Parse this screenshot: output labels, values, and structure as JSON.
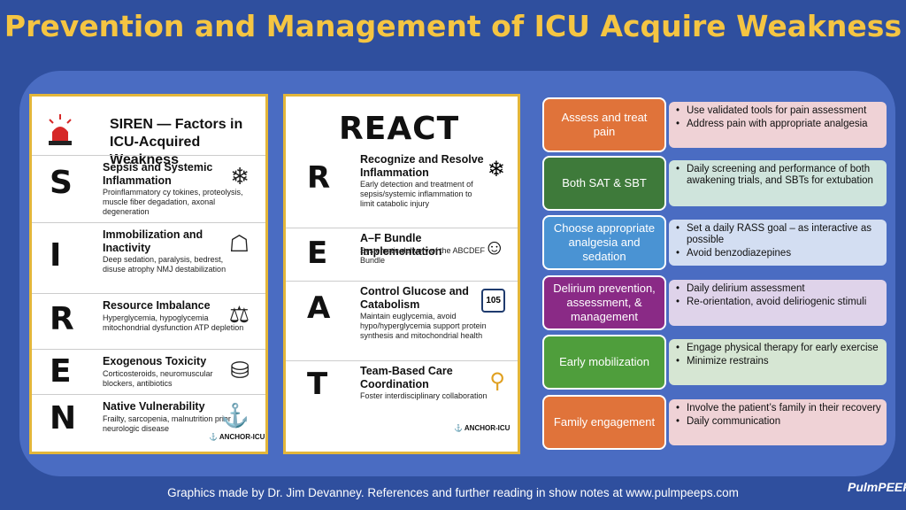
{
  "title": "Prevention and Management of ICU Acquire Weakness",
  "siren": {
    "header": "SIREN — Factors in ICU-Acquired Weakness",
    "items": [
      {
        "letter": "S",
        "title": "Sepsis and Systemic Inflammation",
        "desc": "Proinflammatory cy tokines, proteolysis, muscle fiber degadation, axonal degeneration",
        "icon": "❄"
      },
      {
        "letter": "I",
        "title": "Immobilization and Inactivity",
        "desc": "Deep sedation, paralysis, bedrest, disuse atrophy NMJ destabilization",
        "icon": "☖"
      },
      {
        "letter": "R",
        "title": "Resource Imbalance",
        "desc": "Hyperglycemia, hypoglycemia mitochondrial dysfunction ATP depletion",
        "icon": "⚖"
      },
      {
        "letter": "E",
        "title": "Exogenous Toxicity",
        "desc": "Corticosteroids, neuromuscular blockers, antibiotics",
        "icon": "⛁"
      },
      {
        "letter": "N",
        "title": "Native Vulnerability",
        "desc": "Frailty, sarcopenia, malnutrition prior neurologic disease",
        "icon": "⚓"
      }
    ],
    "brand": "ANCHOR-ICU"
  },
  "react": {
    "header": "REACT",
    "items": [
      {
        "letter": "R",
        "title": "Recognize and Resolve Inflammation",
        "desc": "Early detection and treatment of sepsis/systemic inflammation to limit catabolic injury",
        "icon": "❄"
      },
      {
        "letter": "E",
        "title": "A–F Bundle Implementation",
        "desc": "Systematic delivery of the ABCDEF Bundle",
        "icon": "☺"
      },
      {
        "letter": "A",
        "title": "Control Glucose and Catabolism",
        "desc": "Maintain euglycemia, avoid hypo/hyperglycemia support protein synthesis and mitochondrial health",
        "icon": "105"
      },
      {
        "letter": "T",
        "title": "Team-Based Care Coordination",
        "desc": "Foster interdisciplinary collaboration",
        "icon": "⚲"
      }
    ],
    "brand": "ANCHOR-ICU"
  },
  "management": [
    {
      "label": "Assess and treat pain",
      "color": "#e0733a",
      "list_bg": "#efd2d6",
      "bullets": [
        "Use validated tools for pain assessment",
        "Address pain with appropriate analgesia"
      ]
    },
    {
      "label": "Both SAT & SBT",
      "color": "#3e7a3a",
      "list_bg": "#cfe4dc",
      "bullets": [
        "Daily screening and performance of both awakening trials, and SBTs for extubation"
      ]
    },
    {
      "label": "Choose appropriate analgesia and sedation",
      "color": "#4a93d3",
      "list_bg": "#d3def2",
      "bullets": [
        "Set a daily RASS goal – as interactive as possible",
        "Avoid benzodiazepines"
      ]
    },
    {
      "label": "Delirium prevention, assessment, & management",
      "color": "#8a2a86",
      "list_bg": "#dfd3ea",
      "bullets": [
        "Daily delirium assessment",
        "Re-orientation, avoid deliriogenic stimuli"
      ]
    },
    {
      "label": "Early mobilization",
      "color": "#4f9e3c",
      "list_bg": "#d6e6d3",
      "bullets": [
        "Engage physical therapy for early exercise",
        "Minimize restrains"
      ]
    },
    {
      "label": "Family engagement",
      "color": "#e0733a",
      "list_bg": "#efd2d6",
      "bullets": [
        "Involve the patient’s family in their recovery",
        "Daily communication"
      ]
    }
  ],
  "footer": "Graphics made by Dr. Jim Devanney. References and further reading in show notes at www.pulmpeeps.com",
  "logo": "PulmPEEPs"
}
